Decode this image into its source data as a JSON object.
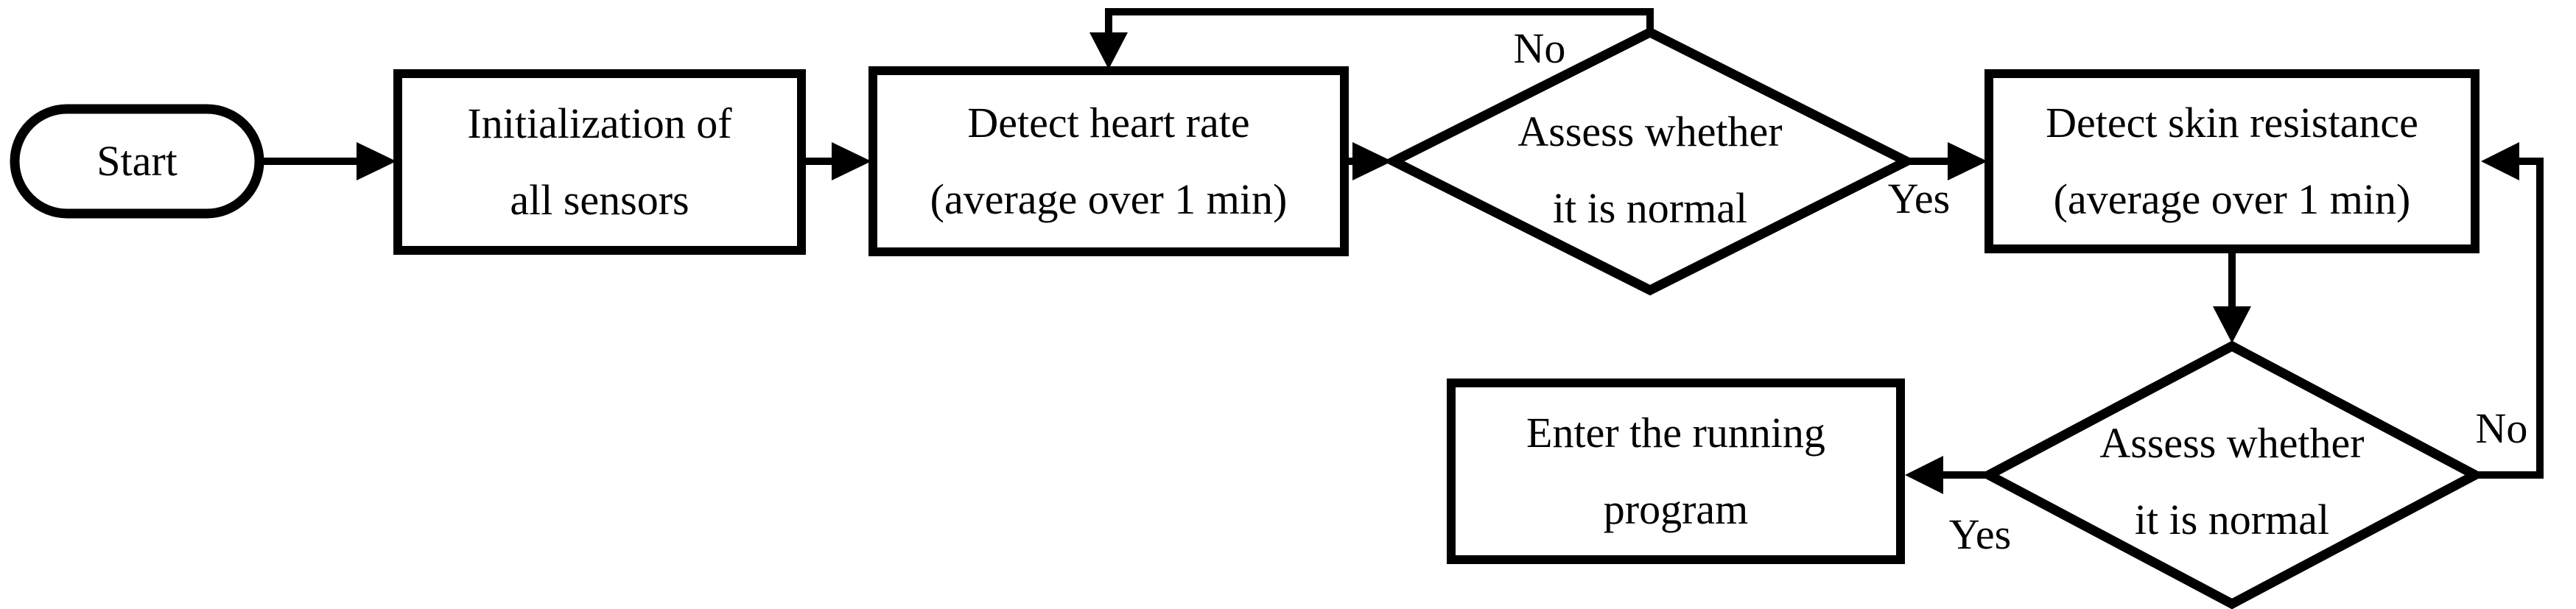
{
  "diagram": {
    "type": "flowchart",
    "colors": {
      "stroke": "#000000",
      "fill": "#ffffff",
      "text": "#000000"
    }
  },
  "nodes": {
    "start": {
      "shape": "stadium",
      "label": "Start"
    },
    "init": {
      "shape": "process",
      "line1": "Initialization of",
      "line2": "all sensors"
    },
    "heart": {
      "shape": "process",
      "line1": "Detect heart rate",
      "line2": "(average over 1 min)"
    },
    "assess1": {
      "shape": "decision",
      "line1": "Assess whether",
      "line2": "it is normal"
    },
    "skin": {
      "shape": "process",
      "line1": "Detect skin resistance",
      "line2": "(average over 1 min)"
    },
    "assess2": {
      "shape": "decision",
      "line1": "Assess whether",
      "line2": "it is normal"
    },
    "enter": {
      "shape": "process",
      "line1": "Enter the running",
      "line2": "program"
    }
  },
  "edge_labels": {
    "no1": "No",
    "yes1": "Yes",
    "no2": "No",
    "yes2": "Yes"
  },
  "edges": [
    {
      "from": "start",
      "to": "init"
    },
    {
      "from": "init",
      "to": "heart"
    },
    {
      "from": "heart",
      "to": "assess1"
    },
    {
      "from": "assess1",
      "to": "heart",
      "label": "No",
      "via": "top-loop"
    },
    {
      "from": "assess1",
      "to": "skin",
      "label": "Yes"
    },
    {
      "from": "skin",
      "to": "assess2"
    },
    {
      "from": "assess2",
      "to": "skin",
      "label": "No",
      "via": "right-loop"
    },
    {
      "from": "assess2",
      "to": "enter",
      "label": "Yes"
    }
  ]
}
